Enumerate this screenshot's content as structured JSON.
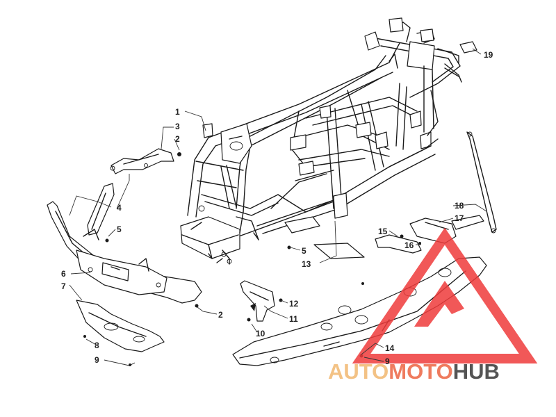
{
  "diagram": {
    "callouts": [
      {
        "id": "c1",
        "text": "1"
      },
      {
        "id": "c3",
        "text": "3"
      },
      {
        "id": "c2a",
        "text": "2"
      },
      {
        "id": "c4",
        "text": "4"
      },
      {
        "id": "c5a",
        "text": "5"
      },
      {
        "id": "c6",
        "text": "6"
      },
      {
        "id": "c7",
        "text": "7"
      },
      {
        "id": "c8",
        "text": "8"
      },
      {
        "id": "c9a",
        "text": "9"
      },
      {
        "id": "c2b",
        "text": "2"
      },
      {
        "id": "c5b",
        "text": "5"
      },
      {
        "id": "c13",
        "text": "13"
      },
      {
        "id": "c10",
        "text": "10"
      },
      {
        "id": "c11",
        "text": "11"
      },
      {
        "id": "c12",
        "text": "12"
      },
      {
        "id": "c15",
        "text": "15"
      },
      {
        "id": "c16",
        "text": "16"
      },
      {
        "id": "c17",
        "text": "17"
      },
      {
        "id": "c18",
        "text": "18"
      },
      {
        "id": "c19",
        "text": "19"
      },
      {
        "id": "c14",
        "text": "14"
      },
      {
        "id": "c9b",
        "text": "9"
      }
    ]
  },
  "watermark": {
    "logo_icon": "triangle-logo-icon",
    "part1": "AUTO",
    "part2": "MOTO",
    "part3": "HUB",
    "colors": {
      "auto": "#f3c285",
      "moto": "#ef7b5e",
      "hub": "#545454",
      "triangle": "#ef3b3b"
    }
  }
}
